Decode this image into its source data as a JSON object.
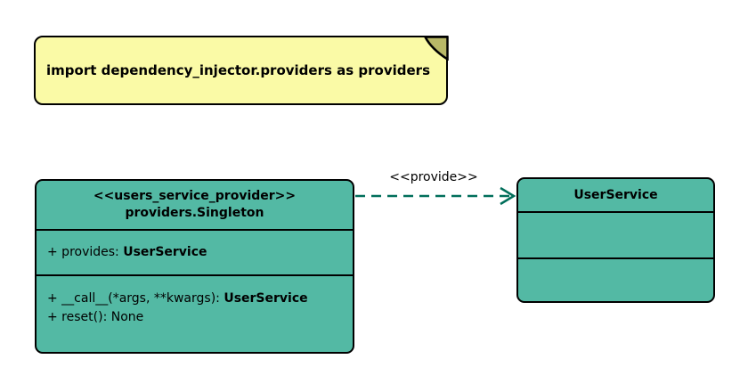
{
  "diagram": {
    "note": {
      "text": "import dependency_injector.providers as providers"
    },
    "provider_class": {
      "stereotype": "<<users_service_provider>>",
      "name": "providers.Singleton",
      "attribute_prefix": "+ provides: ",
      "attribute_type": "UserService",
      "method1_prefix": "+ __call__(*args, **kwargs): ",
      "method1_type": "UserService",
      "method2": "+ reset(): None"
    },
    "service_class": {
      "name": "UserService"
    },
    "edge": {
      "label": "<<provide>>"
    },
    "colors": {
      "class_fill": "#53B9A4",
      "note_fill": "#FAFAA6",
      "note_fold": "#B8B867",
      "edge_color": "#006E5A",
      "border": "#000000",
      "background": "#FFFFFF"
    }
  }
}
